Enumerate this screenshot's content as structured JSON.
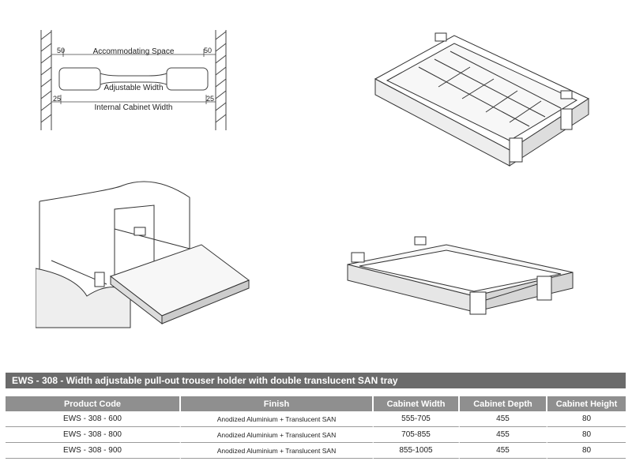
{
  "diagram_labels": {
    "left_margin": "50",
    "right_margin": "50",
    "accommodating_space": "Accommodating Space",
    "adjustable_width": "Adjustable Width",
    "inner_left": "25",
    "inner_right": "25",
    "internal_cabinet_width": "Internal Cabinet Width"
  },
  "product_title": "EWS - 308 - Width adjustable pull-out trouser holder with double translucent SAN tray",
  "table": {
    "headers": [
      "Product Code",
      "Finish",
      "Cabinet Width",
      "Cabinet Depth",
      "Cabinet Height"
    ],
    "rows": [
      [
        "EWS - 308 - 600",
        "Anodized Aluminium + Translucent SAN",
        "555-705",
        "455",
        "80"
      ],
      [
        "EWS - 308 - 800",
        "Anodized Aluminium + Translucent SAN",
        "705-855",
        "455",
        "80"
      ],
      [
        "EWS - 308 - 900",
        "Anodized Aluminium + Translucent SAN",
        "855-1005",
        "455",
        "80"
      ]
    ]
  }
}
